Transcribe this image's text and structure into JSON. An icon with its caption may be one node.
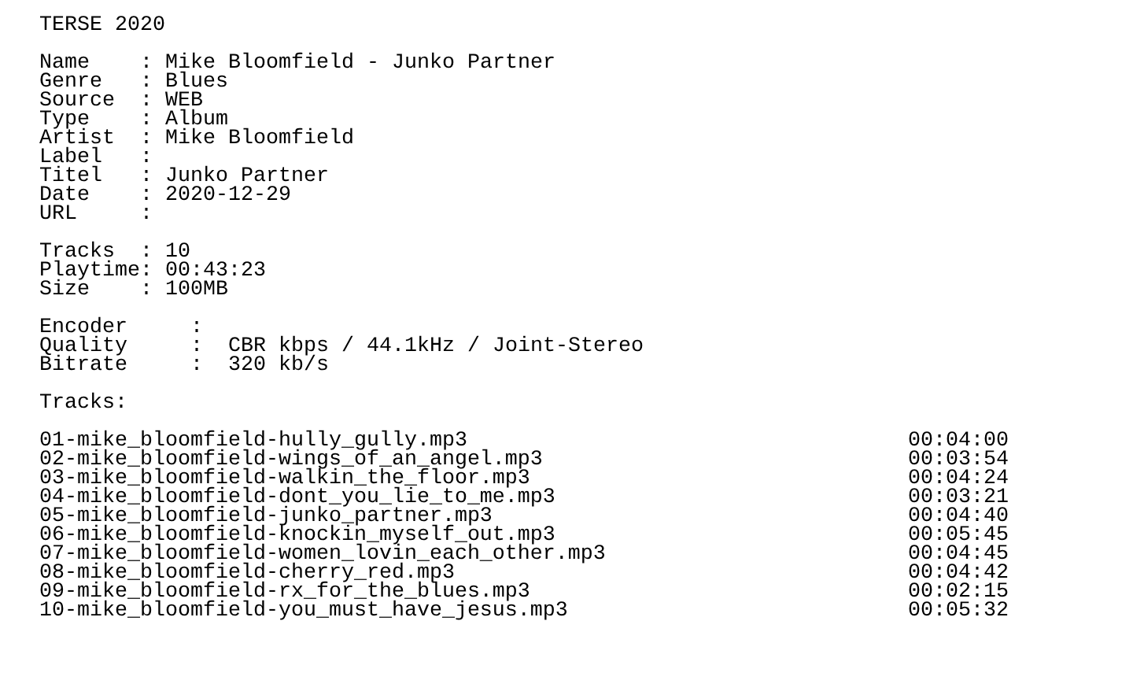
{
  "diagram": {
    "labels": [
      "TERSE 2020",
      "Name",
      ":",
      "Mike Bloomfield - Junko Partner",
      "Genre",
      ":",
      "Blues",
      "Source",
      ":",
      "WEB",
      "Type",
      ":",
      "Album",
      "Artist",
      ":",
      "Mike Bloomfield",
      "Label",
      ":",
      "Titel",
      ":",
      "Junko Partner",
      "Date",
      ":",
      "2020-12-29",
      "URL",
      ":",
      "Tracks",
      ":",
      "10",
      "Playtime",
      ":",
      "00:43:23",
      "Size",
      ":",
      "100MB",
      "Encoder",
      ":",
      "Quality",
      ":",
      "CBR kbps / 44.1kHz / Joint-Stereo",
      "Bitrate",
      ":",
      "320 kb/s",
      "Tracks:",
      "01-mike_bloomfield-hully_gully.mp3",
      "00:04:00",
      "02-mike_bloomfield-wings_of_an_angel.mp3",
      "00:03:54",
      "03-mike_bloomfield-walkin_the_floor.mp3",
      "00:04:24",
      "04-mike_bloomfield-dont_you_lie_to_me.mp3",
      "00:03:21",
      "05-mike_bloomfield-junko_partner.mp3",
      "00:04:40",
      "06-mike_bloomfield-knockin_myself_out.mp3",
      "00:05:45",
      "07-mike_bloomfield-women_lovin_each_other.mp3",
      "00:04:45",
      "08-mike_bloomfield-cherry_red.mp3",
      "00:04:42",
      "09-mike_bloomfield-rx_for_the_blues.mp3",
      "00:02:15",
      "10-mike_bloomfield-you_must_have_jesus.mp3",
      "00:05:32"
    ]
  }
}
